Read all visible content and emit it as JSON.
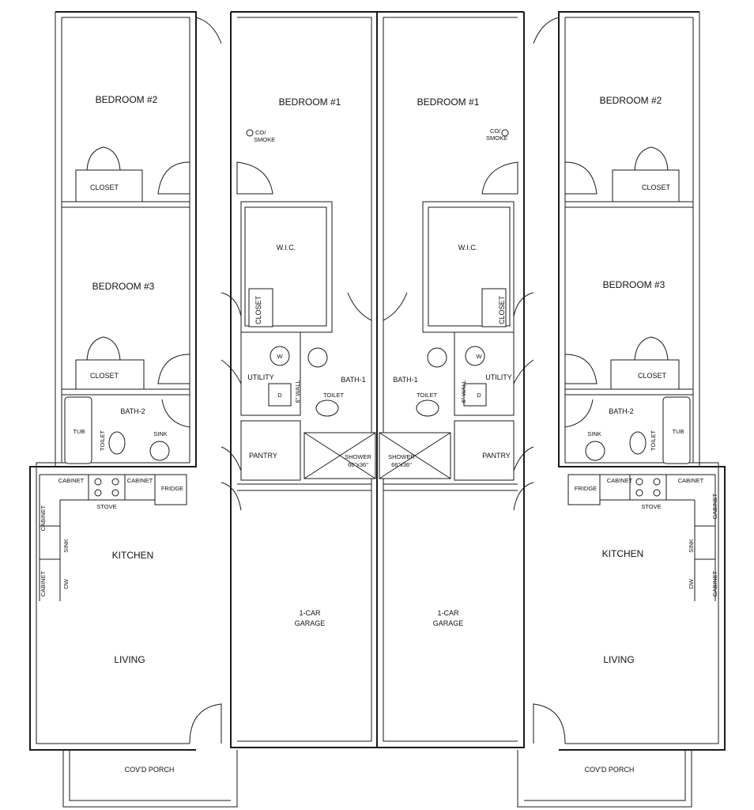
{
  "units": {
    "left": {
      "bedroom1": "BEDROOM #1",
      "bedroom2": "BEDROOM #2",
      "bedroom3": "BEDROOM #3",
      "closet_b2": "CLOSET",
      "closet_b3": "CLOSET",
      "wic": "W.I.C.",
      "closet_hall": "CLOSET",
      "utility": "UTILITY",
      "washer": "W",
      "dryer": "D",
      "wall_note": "6\" WALL",
      "bath1": "BATH-1",
      "toilet1": "TOILET",
      "shower": "SHOWER",
      "shower_size": "66\"x36\"",
      "pantry": "PANTRY",
      "bath2": "BATH-2",
      "tub": "TUB",
      "toilet2": "TOILET",
      "sink_bath2": "SINK",
      "cabinet_top_left": "CABINET",
      "cabinet_top_right": "CABINET",
      "stove": "STOVE",
      "fridge": "FRIDGE",
      "cabinet_side": "CABINET",
      "sink_kitchen": "SINK",
      "cabinet_side2": "CABINET",
      "dw": "DW",
      "kitchen": "KITCHEN",
      "living": "LIVING",
      "garage_line1": "1-CAR",
      "garage_line2": "GARAGE",
      "porch": "COV'D PORCH",
      "co_smoke_line1": "CO/",
      "co_smoke_line2": "SMOKE"
    },
    "right": {
      "bedroom1": "BEDROOM #1",
      "bedroom2": "BEDROOM #2",
      "bedroom3": "BEDROOM #3",
      "closet_b2": "CLOSET",
      "closet_b3": "CLOSET",
      "wic": "W.I.C.",
      "closet_hall": "CLOSET",
      "utility": "UTILITY",
      "washer": "W",
      "dryer": "D",
      "wall_note": "6\" WALL",
      "bath1": "BATH-1",
      "toilet1": "TOILET",
      "shower": "SHOWER",
      "shower_size": "66\"x36\"",
      "pantry": "PANTRY",
      "bath2": "BATH-2",
      "tub": "TUB",
      "toilet2": "TOILET",
      "sink_bath2": "SINK",
      "cabinet_top_left": "CABINET",
      "cabinet_top_right": "CABINET",
      "stove": "STOVE",
      "fridge": "FRIDGE",
      "cabinet_side": "CABINET",
      "sink_kitchen": "SINK",
      "cabinet_side2": "CABINET",
      "dw": "DW",
      "kitchen": "KITCHEN",
      "living": "LIVING",
      "garage_line1": "1-CAR",
      "garage_line2": "GARAGE",
      "porch": "COV'D PORCH",
      "co_smoke_line1": "CO/",
      "co_smoke_line2": "SMOKE"
    }
  },
  "colors": {
    "line": "#1a1a1a",
    "background": "#ffffff"
  }
}
